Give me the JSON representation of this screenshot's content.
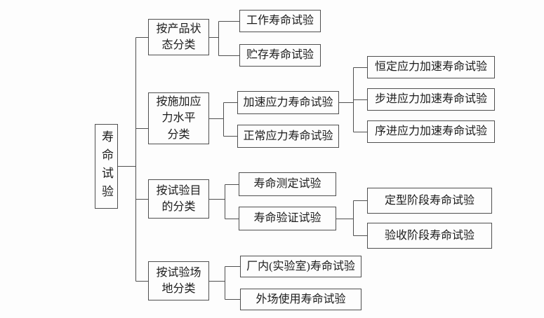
{
  "diagram": {
    "root": {
      "label": "寿命试验"
    },
    "groups": [
      {
        "category": "按产品状\n态分类",
        "children": [
          {
            "label": "工作寿命试验"
          },
          {
            "label": "贮存寿命试验"
          }
        ]
      },
      {
        "category": "按施加应\n力水平\n分类",
        "children": [
          {
            "label": "加速应力寿命试验",
            "children": [
              {
                "label": "恒定应力加速寿命试验"
              },
              {
                "label": "步进应力加速寿命试验"
              },
              {
                "label": "序进应力加速寿命试验"
              }
            ]
          },
          {
            "label": "正常应力寿命试验"
          }
        ]
      },
      {
        "category": "按试验目\n的分类",
        "children": [
          {
            "label": "寿命测定试验"
          },
          {
            "label": "寿命验证试验",
            "children": [
              {
                "label": "定型阶段寿命试验"
              },
              {
                "label": "验收阶段寿命试验"
              }
            ]
          }
        ]
      },
      {
        "category": "按试验场\n地分类",
        "children": [
          {
            "label": "厂内(实验室)寿命试验"
          },
          {
            "label": "外场使用寿命试验"
          }
        ]
      }
    ],
    "colors": {
      "line": "#4f4f4f",
      "text": "#1b1b1b",
      "background": "#fdfdfd"
    }
  }
}
